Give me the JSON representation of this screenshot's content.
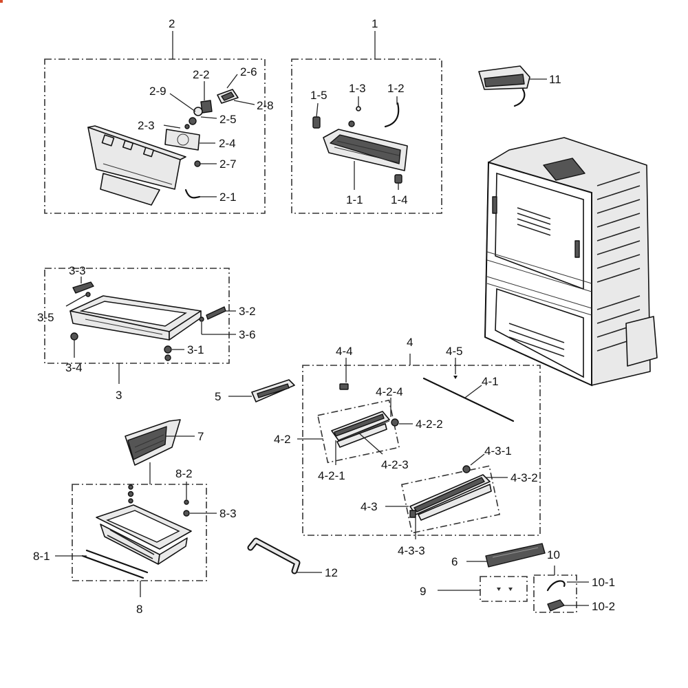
{
  "colors": {
    "line": "#222222",
    "part_fill": "#e9e9e9",
    "part_dark": "#555555",
    "accent": "#d64c2a"
  },
  "labels": {
    "g2": "2",
    "g1": "1",
    "g3": "3",
    "g4": "4",
    "g8": "8",
    "g10": "10",
    "p2_1": "2-1",
    "p2_2": "2-2",
    "p2_3": "2-3",
    "p2_4": "2-4",
    "p2_5": "2-5",
    "p2_6": "2-6",
    "p2_7": "2-7",
    "p2_8": "2-8",
    "p2_9": "2-9",
    "p1_1": "1-1",
    "p1_2": "1-2",
    "p1_3": "1-3",
    "p1_4": "1-4",
    "p1_5": "1-5",
    "p11": "11",
    "p3_1": "3-1",
    "p3_2": "3-2",
    "p3_3": "3-3",
    "p3_4": "3-4",
    "p3_5": "3-5",
    "p3_6": "3-6",
    "p5": "5",
    "p7": "7",
    "p8_1": "8-1",
    "p8_2": "8-2",
    "p8_3": "8-3",
    "p12": "12",
    "p6": "6",
    "p9": "9",
    "p10_1": "10-1",
    "p10_2": "10-2",
    "p4_1": "4-1",
    "p4_2": "4-2",
    "p4_3": "4-3",
    "p4_4": "4-4",
    "p4_5": "4-5",
    "p4_2_1": "4-2-1",
    "p4_2_2": "4-2-2",
    "p4_2_3": "4-2-3",
    "p4_2_4": "4-2-4",
    "p4_3_1": "4-3-1",
    "p4_3_2": "4-3-2",
    "p4_3_3": "4-3-3"
  }
}
